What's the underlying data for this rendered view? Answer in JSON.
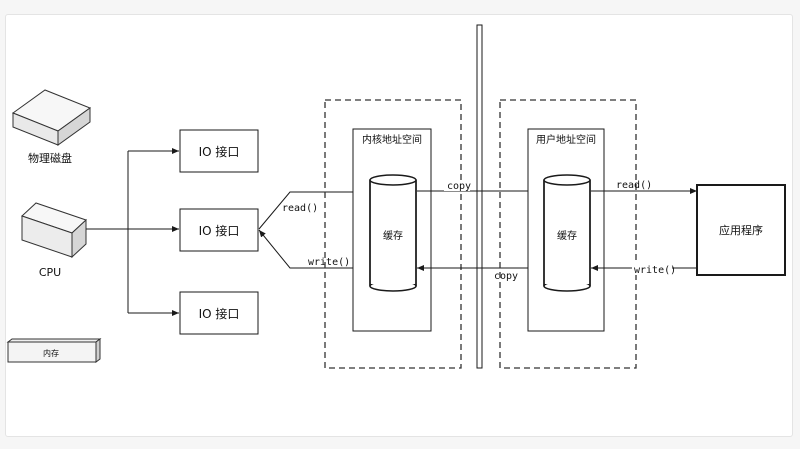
{
  "devices": {
    "disk_label": "物理磁盘",
    "cpu_label": "CPU",
    "memory_label": "内存"
  },
  "io_ports": {
    "top": "IO 接口",
    "middle": "IO 接口",
    "bottom": "IO 接口"
  },
  "kernel": {
    "title": "内核地址空间",
    "buffer_label": "缓存"
  },
  "user": {
    "title": "用户地址空间",
    "buffer_label": "缓存"
  },
  "app": {
    "label": "应用程序"
  },
  "edges": {
    "read_kernel": "read()",
    "write_kernel": "write()",
    "copy_to_user": "copy",
    "copy_to_kernel": "copy",
    "read_app": "read()",
    "write_app": "write()"
  },
  "colors": {
    "line": "#1a1a1a",
    "device_fill": "#f2f2f2",
    "background": "#ffffff"
  }
}
